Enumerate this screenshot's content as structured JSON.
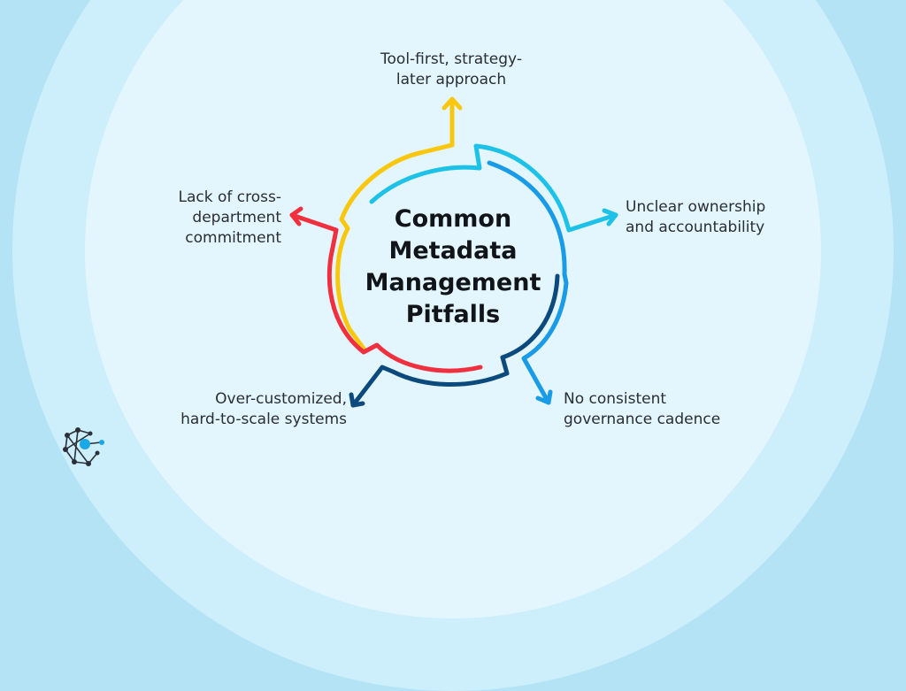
{
  "title_lines": [
    "Common",
    "Metadata",
    "Management",
    "Pitfalls"
  ],
  "pitfalls": [
    {
      "lines": [
        "Tool-first, strategy-",
        "later approach"
      ],
      "color": "#f9c80e"
    },
    {
      "lines": [
        "Unclear ownership",
        "and accountability"
      ],
      "color": "#1ec2e8"
    },
    {
      "lines": [
        "No consistent",
        "governance cadence"
      ],
      "color": "#1a9be8"
    },
    {
      "lines": [
        "Over-customized,",
        "hard-to-scale systems"
      ],
      "color": "#0c4a7e"
    },
    {
      "lines": [
        "Lack of cross-",
        "department",
        "commitment"
      ],
      "color": "#f0303f"
    }
  ],
  "logo_icon": "network-node-logo-icon"
}
